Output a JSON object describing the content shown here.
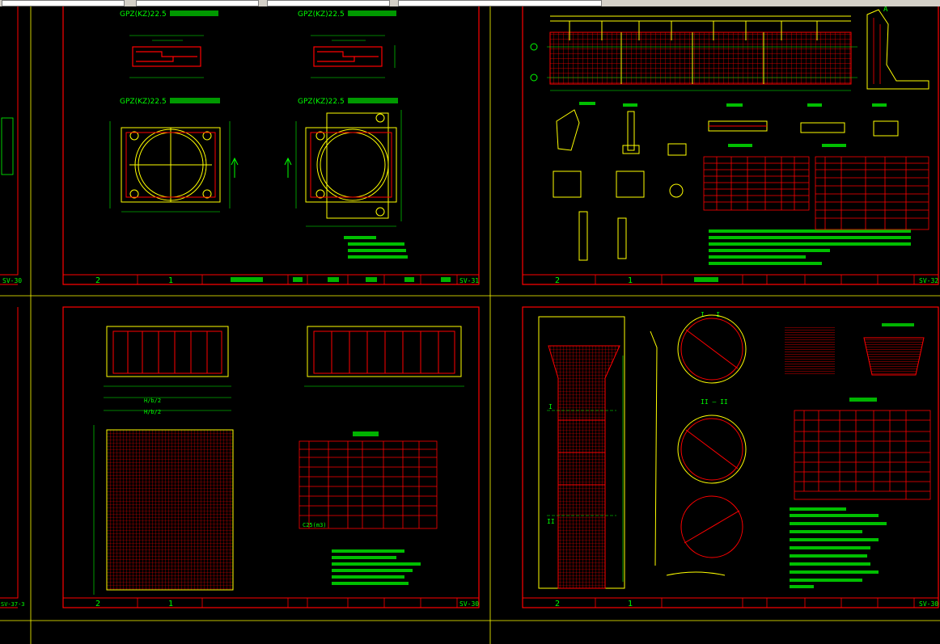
{
  "window": {
    "title": "CAD drawing viewer"
  },
  "colors": {
    "background": "#000000",
    "frame": "#ff0000",
    "text": "#00ff00",
    "geometry": "#ffff00",
    "rebar": "#ff0000",
    "sheet_divider": "#ffff00"
  },
  "sheets": {
    "tl": {
      "title_block": {
        "c1": "2",
        "c2": "1",
        "sheet_no": "SV-31"
      },
      "labels": {
        "b1_title": "GPZ(KZ)22.5",
        "b2_title": "GPZ(KZ)22.5",
        "b3_title": "GPZ(KZ)22.5",
        "b4_title": "GPZ(KZ)22.5"
      }
    },
    "tr": {
      "title_block": {
        "c1": "2",
        "c2": "1",
        "sheet_no": "SV-32"
      },
      "labels": {
        "section_a": "A"
      }
    },
    "bl": {
      "title_block": {
        "c1": "2",
        "c2": "1",
        "sheet_no": "SV-30"
      },
      "labels": {
        "dim1": "H/b/2",
        "dim2": "H/b/2",
        "total": "C25(m3)"
      }
    },
    "br": {
      "title_block": {
        "c1": "2",
        "c2": "1",
        "sheet_no": "SV-30"
      },
      "labels": {
        "sec1": "I — I",
        "sec2": "II — II",
        "roman_i": "I",
        "roman_ii": "II"
      }
    },
    "left_edge": {
      "sheet_top": "SV-30",
      "sheet_bottom": "SV-37-3"
    }
  },
  "icons": [
    "cad-canvas"
  ]
}
